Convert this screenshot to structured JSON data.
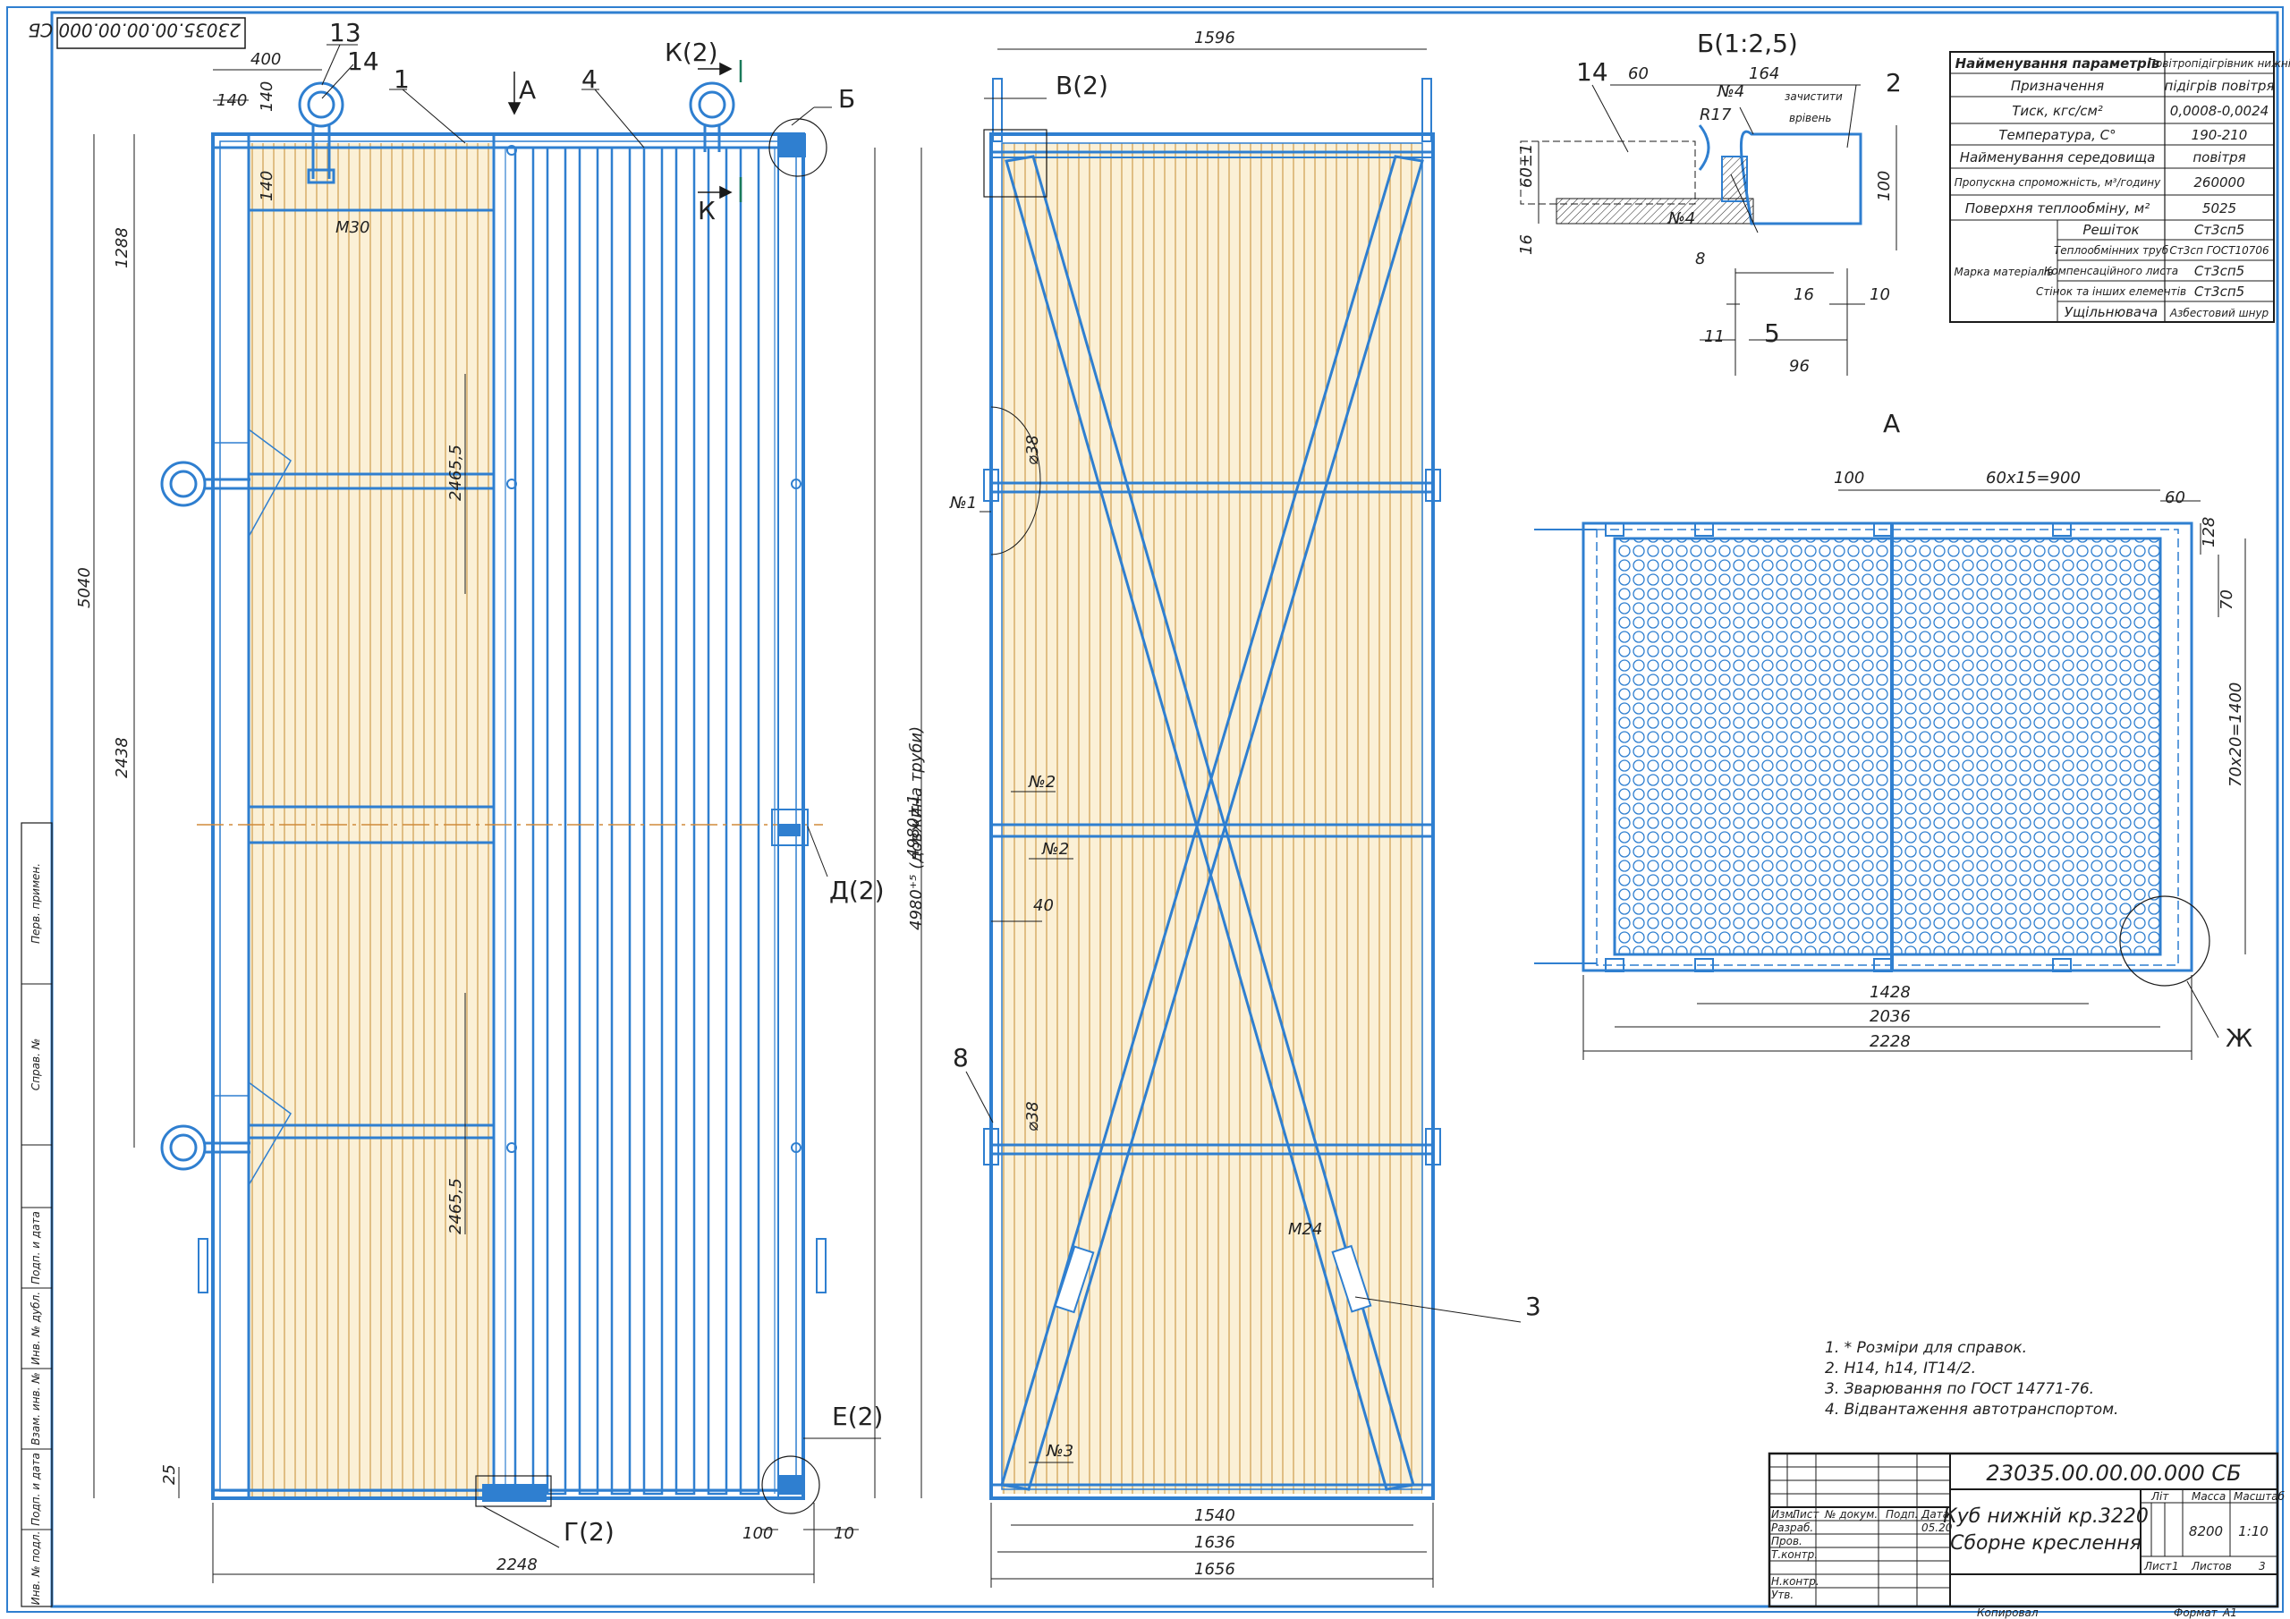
{
  "doc_code": "23035.00.00.00.000 СБ",
  "stamp_code_rotated": "23035.00.00.00.000 СБ",
  "title_block": {
    "name_line1": "Куб нижній кр.3220",
    "name_line2": "Сборне креслення",
    "col_lit": "Літ",
    "col_mass": "Масса",
    "col_scale": "Масштаб",
    "mass": "8200",
    "scale": "1:10",
    "sheet_label": "Лист",
    "sheet_no": "1",
    "sheets_label": "Листов",
    "sheets_total": "3",
    "rows": [
      "Изм.",
      "Лист",
      "№ докум.",
      "Подп.",
      "Дата"
    ],
    "roles": [
      "Разраб.",
      "Пров.",
      "Т.контр.",
      "Н.контр.",
      "Утв."
    ],
    "date_small": "05.20",
    "copied": "Копировал",
    "format_label": "Формат",
    "format": "A1"
  },
  "left_stamp": [
    "Перв. примен.",
    "Справ. №",
    "Подп. и дата",
    "Инв. № дубл.",
    "Взам. инв. №",
    "Подп. и дата",
    "Инв. № подл."
  ],
  "params_table": {
    "header_name": "Найменування параметрів",
    "header_value": "Повітропідігрівник нижні",
    "rows": [
      {
        "name": "Призначення",
        "value": "підігрів повітря"
      },
      {
        "name": "Тиск, кгс/см²",
        "value": "0,0008-0,0024"
      },
      {
        "name": "Температура, С°",
        "value": "190-210"
      },
      {
        "name": "Найменування середовища",
        "value": "повітря"
      },
      {
        "name": "Пропускна спроможність, м³/годину",
        "value": "260000"
      },
      {
        "name": "Поверхня теплообміну, м²",
        "value": "5025"
      }
    ],
    "material_group": "Марка матеріалів",
    "materials": [
      {
        "name": "Решіток",
        "value": "Ст3сп5"
      },
      {
        "name": "Теплообмінних труб",
        "value": "Ст3сп ГОСТ10706"
      },
      {
        "name": "Компенсаційного листа",
        "value": "Ст3сп5"
      },
      {
        "name": "Стінок та інших елементів",
        "value": "Ст3сп5"
      },
      {
        "name": "Ущільнювача",
        "value": "Азбестовий шнур"
      }
    ]
  },
  "notes": [
    "1. * Розміри для справок.",
    "2. H14, h14, IT14/2.",
    "3. Зварювання по ГОСТ 14771-76.",
    "4. Відвантаження автотранспортом."
  ],
  "view_labels": {
    "A_arrow": "А",
    "K2": "К(2)",
    "K": "К",
    "B_circle": "Б",
    "D2": "Д(2)",
    "E2": "Е(2)",
    "G2": "Г(2)",
    "V2": "В(2)",
    "B_detail": "Б(1:2,5)",
    "A_view": "А",
    "Zh": "Ж"
  },
  "leaders": [
    "13",
    "14",
    "1",
    "4",
    "8",
    "3",
    "2",
    "5",
    "14"
  ],
  "small_labels": {
    "n1": "№1",
    "n2a": "№2",
    "n2b": "№2",
    "n3": "№3",
    "n4a": "№4",
    "n4b": "№4",
    "clean": "зачистити",
    "flush": "врівень",
    "r17": "R17",
    "m30": "M30",
    "m24": "M24"
  },
  "dims_left": {
    "w400": "400",
    "w140a": "140",
    "h140a": "140",
    "h140b": "140",
    "h1288": "1288",
    "h5040": "5040",
    "h2438": "2438",
    "h2465a": "2465,5",
    "h2465b": "2465,5",
    "h4980": "4980±1",
    "h4980t": "4980⁺⁵ (довжина труби)",
    "h25": "25",
    "w2248": "2248",
    "w100": "100",
    "w10": "10"
  },
  "dims_mid": {
    "w1596": "1596",
    "d38a": "⌀38",
    "d38b": "⌀38",
    "w40": "40",
    "w1540": "1540",
    "w1636": "1636",
    "w1656": "1656"
  },
  "dims_detail_b": {
    "w60": "60",
    "w164": "164",
    "h60": "60±1",
    "h16": "16",
    "h100": "100",
    "w8": "8",
    "w16": "16",
    "w10": "10",
    "w11": "11",
    "w96": "96"
  },
  "dims_view_a": {
    "w100": "100",
    "w60x15": "60x15=900",
    "w60": "60",
    "h128": "128",
    "h70": "70",
    "h70x20": "70x20=1400",
    "w1428": "1428",
    "w2036": "2036",
    "w2228": "2228"
  },
  "colors": {
    "blue": "#2f7fd0",
    "dark": "#1a1a1a",
    "tube_fill": "#fbf0d6",
    "tube_line": "#d2a457",
    "center_line": "#d08a3a",
    "green": "#1a7a5a"
  }
}
